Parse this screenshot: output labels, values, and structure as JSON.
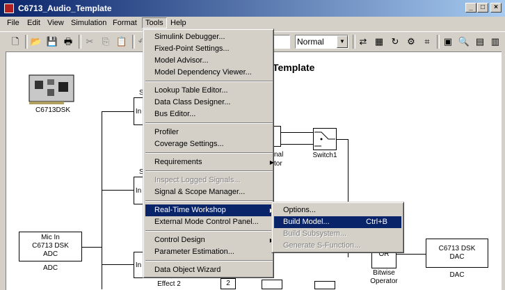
{
  "window": {
    "title": "C6713_Audio_Template",
    "controls": [
      "_",
      "□",
      "×"
    ]
  },
  "menubar": [
    "File",
    "Edit",
    "View",
    "Simulation",
    "Format",
    "Tools",
    "Help"
  ],
  "toolbar": {
    "sim_mode": "Normal"
  },
  "tools_menu": [
    "Simulink Debugger...",
    "Fixed-Point Settings...",
    "Model Advisor...",
    "Model Dependency Viewer...",
    "Lookup Table Editor...",
    "Data Class Designer...",
    "Bus Editor...",
    "Profiler",
    "Coverage Settings...",
    "Requirements",
    "Inspect Logged Signals...",
    "Signal & Scope Manager...",
    "Real-Time Workshop",
    "External Mode Control Panel...",
    "Control Design",
    "Parameter Estimation...",
    "Data Object Wizard"
  ],
  "rtw_submenu": {
    "options": "Options...",
    "build_model": "Build Model...",
    "build_model_shortcut": "Ctrl+B",
    "build_subsystem": "Build Subsystem...",
    "generate_sfunction": "Generate S-Function..."
  },
  "model": {
    "title": "Template",
    "dsk_label": "C6713DSK",
    "adc_block": [
      "Mic In",
      "C6713 DSK",
      "ADC"
    ],
    "adc_label": "ADC",
    "dac_block": [
      "C6713 DSK",
      "DAC"
    ],
    "dac_label": "DAC",
    "switch_label": "Switch1",
    "bitwise_label": [
      "Bitwise",
      "Operator"
    ],
    "or_text": "OR",
    "effect2_label": "Effect 2",
    "const_value": "2",
    "partial_label_1": "nal",
    "partial_label_2": "tor",
    "partial_block_text": "In",
    "partial_s": "S"
  },
  "colors": {
    "highlight": "#0a246a",
    "face": "#d4d0c8"
  }
}
